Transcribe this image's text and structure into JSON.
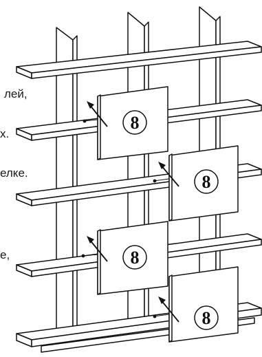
{
  "text_fragments": [
    {
      "id": "frag-1",
      "text": "лей,"
    },
    {
      "id": "frag-2",
      "text": "х."
    },
    {
      "id": "frag-3",
      "text": "елке."
    },
    {
      "id": "frag-4",
      "text": "е,"
    }
  ],
  "doors": [
    {
      "id": "door-1",
      "part_number": "8"
    },
    {
      "id": "door-2",
      "part_number": "8"
    },
    {
      "id": "door-3",
      "part_number": "8"
    },
    {
      "id": "door-4",
      "part_number": "8"
    }
  ],
  "colors": {
    "line": "#111111",
    "background": "#ffffff",
    "text": "#1a1a1a"
  },
  "icons": {
    "direction": "arrow-icon",
    "hinge": "hinge-dot-icon"
  }
}
